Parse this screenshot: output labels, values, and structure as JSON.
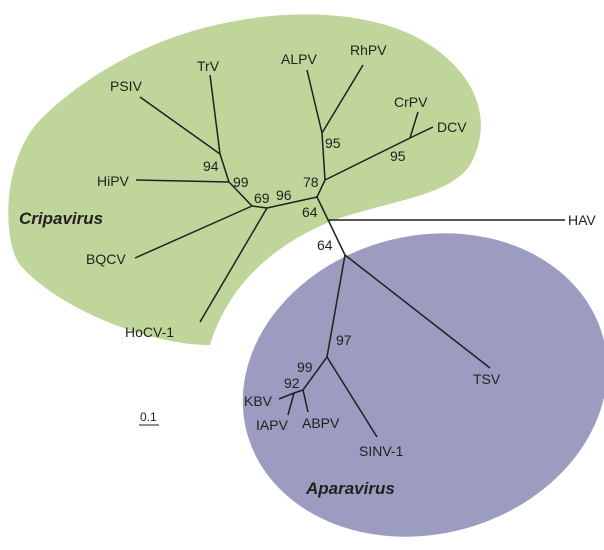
{
  "colors": {
    "cripavirus_fill": "#bfd59a",
    "aparavirus_fill": "#9c9bc0",
    "branch": "#231f20"
  },
  "clades": {
    "cripavirus": "Cripavirus",
    "aparavirus": "Aparavirus"
  },
  "leaves": {
    "psiv": "PSIV",
    "trv": "TrV",
    "alpv": "ALPV",
    "rhpv": "RhPV",
    "crpv": "CrPV",
    "dcv": "DCV",
    "hipv": "HiPV",
    "bqcv": "BQCV",
    "hocv1": "HoCV-1",
    "hav": "HAV",
    "tsv": "TSV",
    "kbv": "KBV",
    "iapv": "IAPV",
    "abpv": "ABPV",
    "sinv1": "SINV-1"
  },
  "bootstrap": {
    "n94": "94",
    "n99a": "99",
    "n69": "69",
    "n96": "96",
    "n78": "78",
    "n95a": "95",
    "n95b": "95",
    "n64a": "64",
    "n64b": "64",
    "n97": "97",
    "n99b": "99",
    "n92": "92"
  },
  "scale_bar": "0.1"
}
